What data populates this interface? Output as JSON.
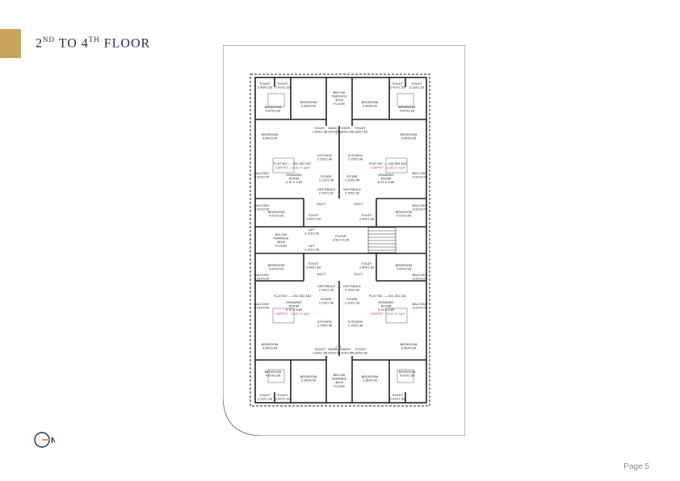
{
  "header": {
    "title_pre": "2",
    "title_sup1": "ND",
    "title_mid": " TO 4",
    "title_sup2": "TH",
    "title_post": " FLOOR",
    "accent_color": "#c9a45c"
  },
  "compass": {
    "label": "N",
    "icon": "north-compass-icon"
  },
  "footer": {
    "page_label": "Page 5"
  },
  "plan": {
    "rooms": {
      "toilet_1": "TOILET\n2.43X1.53",
      "toilet_2": "TOILET\n2.42X1.53",
      "toilet_3": "TOILET\n2.42X1.53",
      "toilet_4": "TOILET\n2.13X1.53",
      "toilet_5": "TOILET\n2.13X1.53",
      "toilet_6": "TOILET\n2.42X1.53",
      "toilet_7": "TOILET\n2.43X1.53",
      "bed_tl": "BEDROOM\n4.67X3.36",
      "bed_tl2": "BEDROOM\n3.35X5.00",
      "bed_tr2": "BEDROOM\n3.35X5.00",
      "bed_tr": "BEDROOM\n4.67X3.36",
      "bed_l3": "BEDROOM\n3.65X3.05",
      "bed_r3": "BEDROOM\n3.65X3.05",
      "bed_l4": "BEDROOM\n4.57X3.05",
      "bed_r4": "BEDROOM\n4.57X3.05",
      "bed_bl4": "BEDROOM\n4.57X3.05",
      "bed_br4": "BEDROOM\n4.57X3.05",
      "bed_bl3": "BEDROOM\n3.65X3.05",
      "bed_br3": "BEDROOM\n3.65X3.05",
      "bed_bl": "BEDROOM\n4.67X3.36",
      "bed_bl2": "BEDROOM\n3.35X5.00",
      "bed_br2": "BEDROOM\n3.35X5.00",
      "bed_br": "BEDROOM\n4.67X3.36",
      "below_terrace_top": "BELOW\nTERRACE\n@1st\nFLOOR",
      "below_terrace_bottom": "BELOW\nTERRACE\n@1st\nFLOOR",
      "below_terrace_left": "BELOW\nTERRACE\n@1st\nFLOOR",
      "toilet_c1": "TOILET\n1.80X1.52",
      "wash_c1": "WASH\n1.43X3.06",
      "wash_c2": "WASH\n1.43X3.06",
      "toilet_c2": "TOILET\n1.83X1.52",
      "kitchen_1": "KITCHEN\n2.75X2.46",
      "kitchen_2": "KITCHEN\n2.75X2.46",
      "kitchen_3": "KITCHEN\n2.75X2.46",
      "kitchen_4": "KITCHEN\n2.75X2.46",
      "flat_tl": "FLAT NO. — 202,302,402",
      "flat_tr": "FLAT NO. — 204,304,404",
      "flat_bl": "FLAT NO. — 202,302,402",
      "flat_br": "FLAT NO. — 201,301,401",
      "carpet_1": "CARPET - 1140.72 sq.ft",
      "carpet_2": "CARPET - 1140.72 sq.ft",
      "carpet_3": "CARPET - 1140.72 sq.ft",
      "carpet_4": "CARPET - 1140.72 sq.ft",
      "drawing_1": "DRAWING\nROOM\n5.76 X 5.80",
      "drawing_2": "DRAWING\nROOM\n5.76 X 5.80",
      "drawing_3": "DRAWING\nROOM\n5.76 X 5.80",
      "drawing_4": "DRAWING\nROOM\n5.76 X 5.80",
      "store_1": "STORE\n2.13X1.45",
      "store_2": "STORE\n2.13X1.45",
      "store_3": "STORE\n2.13X1.45",
      "store_4": "STORE\n2.13X1.45",
      "vest_1": "VESTIBULE\n2.75X1.52",
      "vest_2": "VESTIBULE\n2.75X1.52",
      "vest_3": "VESTIBULE\n2.75X1.52",
      "vest_4": "VESTIBULE\n2.75X1.52",
      "toilet_m1": "TOILET\n2.44X1.83",
      "toilet_m2": "TOILET\n2.44X1.83",
      "toilet_m3": "TOILET\n2.44X1.83",
      "toilet_m4": "TOILET\n2.44X1.83",
      "duct_1": "DUCT",
      "duct_2": "DUCT",
      "duct_3": "DUCT",
      "duct_4": "DUCT",
      "lift_1": "LIFT\n2.11X1.56",
      "lift_2": "LIFT\n2.11X1.56",
      "foyer": "FOYER\n3.56 X 6.39",
      "balcony_1": "BALCONY\n0.91X3.05",
      "balcony_2": "BALCONY\n0.91X3.05",
      "balcony_3": "BALCONY\n0.91X3.05",
      "balcony_4": "BALCONY\n0.91X3.05",
      "balcony_5": "BALCONY\n0.91X3.05",
      "balcony_6": "BALCONY\n0.91X3.05",
      "balcony_7": "BALCONY\n0.91X3.05",
      "balcony_8": "BALCONY\n0.91X3.05",
      "toilet_cb1": "TOILET\n1.83X1.52",
      "wash_cb1": "WASH\n1.43X3.06",
      "wash_cb2": "WASH\n1.43X3.06",
      "toilet_cb2": "TOILET\n1.83X1.52"
    }
  }
}
